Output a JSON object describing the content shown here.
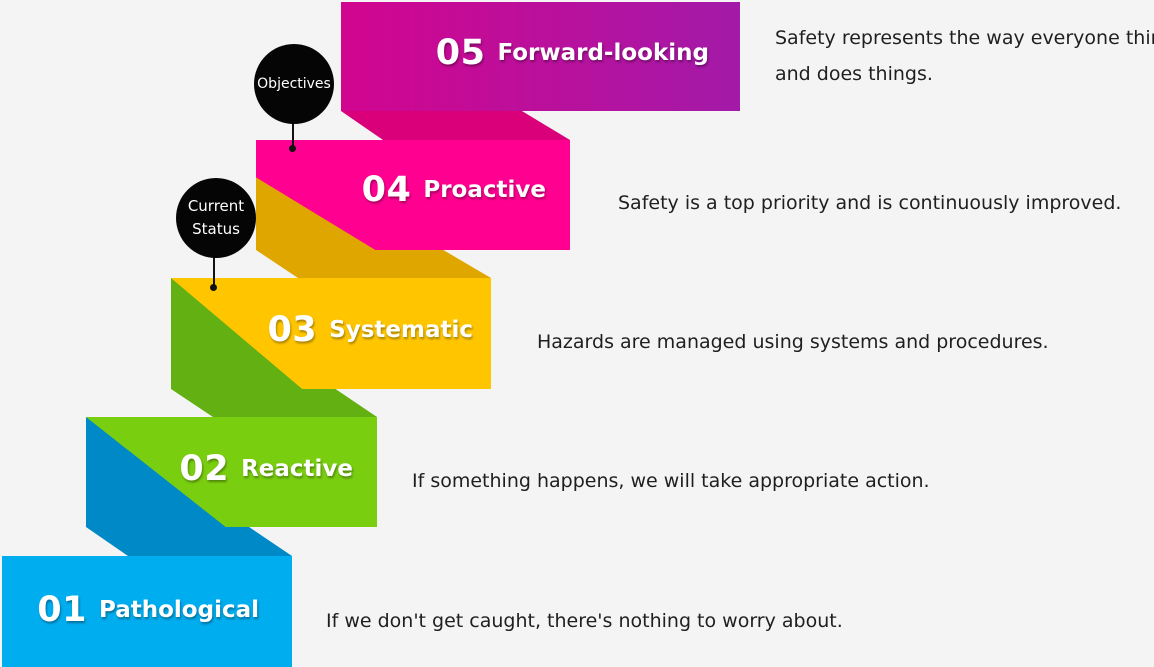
{
  "steps": [
    {
      "number": "01",
      "name": "Pathological",
      "description": "If we don't get caught, there's nothing to worry about.",
      "color": "#00adef",
      "fold_color": "#0089c7"
    },
    {
      "number": "02",
      "name": "Reactive",
      "description": "If something happens, we will take appropriate action.",
      "color": "#7ace10",
      "fold_color": "#62b011"
    },
    {
      "number": "03",
      "name": "Systematic",
      "description": "Hazards are managed using systems and procedures.",
      "color": "#ffc600",
      "fold_color": "#e0a600"
    },
    {
      "number": "04",
      "name": "Proactive",
      "description": "Safety is a top priority and is continuously improved.",
      "color": "#ff0090",
      "fold_color": "#d9007a"
    },
    {
      "number": "05",
      "name": "Forward-looking",
      "description_line1": "Safety represents the way everyone thinks",
      "description_line2": "and does things.",
      "color": "#a31aa8"
    }
  ],
  "markers": [
    {
      "label": "Objectives"
    },
    {
      "label_line1": "Current",
      "label_line2": "Status"
    }
  ]
}
